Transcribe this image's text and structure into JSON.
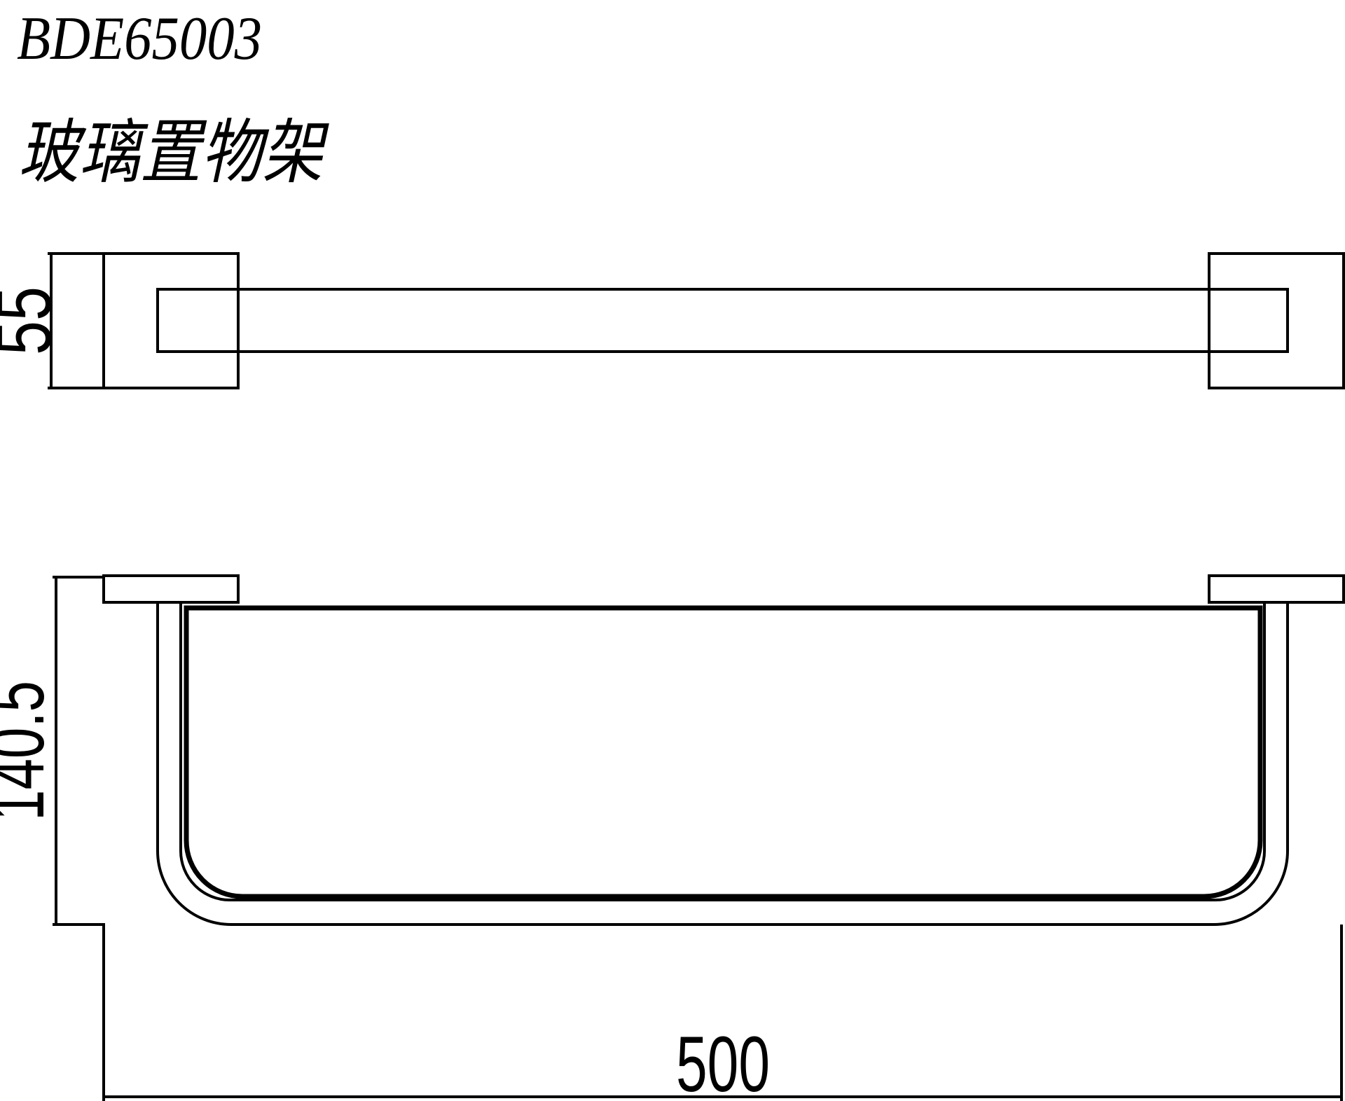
{
  "drawing": {
    "model_code": "BDE65003",
    "product_name": "玻璃置物架",
    "dimensions": {
      "width": "500",
      "depth": "55",
      "height": "140.5"
    }
  }
}
